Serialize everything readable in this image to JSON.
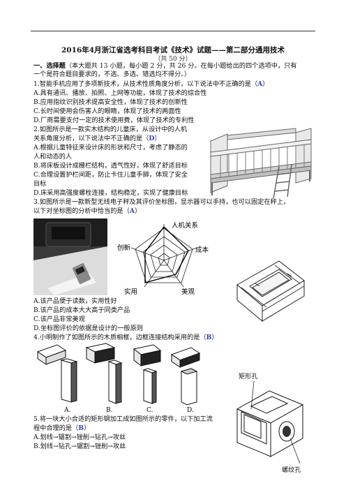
{
  "title": "2016年4月浙江省选考科目考试《技术》试题——第二部分通用技术",
  "total_score": "（共 50 分）",
  "section1": {
    "heading": "一、选择题",
    "instruction_1": "（本大题共 13 小题，每小题 2 分，共 26 分。在每小题给出的四个选项中，只有",
    "instruction_2": "一个是符合题目要求的，不选、多选、错选均不得分。）"
  },
  "q1": {
    "stem": "1.智能手机应用了多项新技术，从技术性质角度分析，以下说法中不正确的是（",
    "answer": "A",
    "close": "）",
    "options": [
      "A.具有通讯、播放、拍照、上网等功能，体现了技术的综合性",
      "B.应用指纹识别技术提高安全性，体现了技术的创新性",
      "C.长时间使用会伤害人的眼睛，体现了技术的两面性",
      "D.厂商需要支付一定的技术使用费，体现了技术的专利性"
    ]
  },
  "q2": {
    "stem_1": "2.如图所示是一款实木结构的儿童床，从设计中的人机",
    "stem_2": "关系角度分析，以下说法中不正确的是（",
    "answer": "D",
    "close": "）",
    "options": [
      "A.根据儿童特征来设计床的形状和尺寸，考虑了静态的",
      "人和动态的人",
      "B.将床板设计成栅栏结构，透气性好，体现了舒适目标",
      "C.合理设置护栏间距，防止卡住儿童手脚，体现了安全",
      "目标",
      "D.床采用高强度螺栓连接，结构稳定，实现了健康目标"
    ]
  },
  "q3": {
    "stem_1": "3.如图所示是一款新型无线电子秤及其评价坐标图，显示器可以手持，也可以固定在秤上，",
    "stem_2": "以下对坐标图的分析中恰当的是（",
    "answer": "A",
    "close": "）",
    "radar_labels": [
      "人机关系",
      "成本",
      "美观",
      "实用",
      "创新"
    ],
    "options": [
      "A.该产品便于读数，实用性好",
      "B.该产品的成本大大高于同类产品",
      "C.该产品非常美观",
      "D.坐标图评价的依据是设计的一般原则"
    ]
  },
  "q4": {
    "stem": "4.小明制作了如图所示的木质相框，边框连接结构采用的是（",
    "answer": "B",
    "close": "）",
    "figure_labels": [
      "A.",
      "B.",
      "C.",
      "D."
    ]
  },
  "q5": {
    "stem_1": "5.将一块大小合适的矩形钢加工成如图所示的零件，以下加工流",
    "stem_2": "程中合理的是（",
    "answer": "B",
    "close": "）",
    "label_rect_hole": "矩形孔",
    "label_thread_hole": "螺纹孔",
    "option_a": [
      "A.划线",
      "锯割",
      "锉削",
      "钻孔",
      "攻丝"
    ],
    "option_b": [
      "B.划线",
      "钻孔",
      "锯割",
      "锉削",
      "攻丝"
    ]
  }
}
